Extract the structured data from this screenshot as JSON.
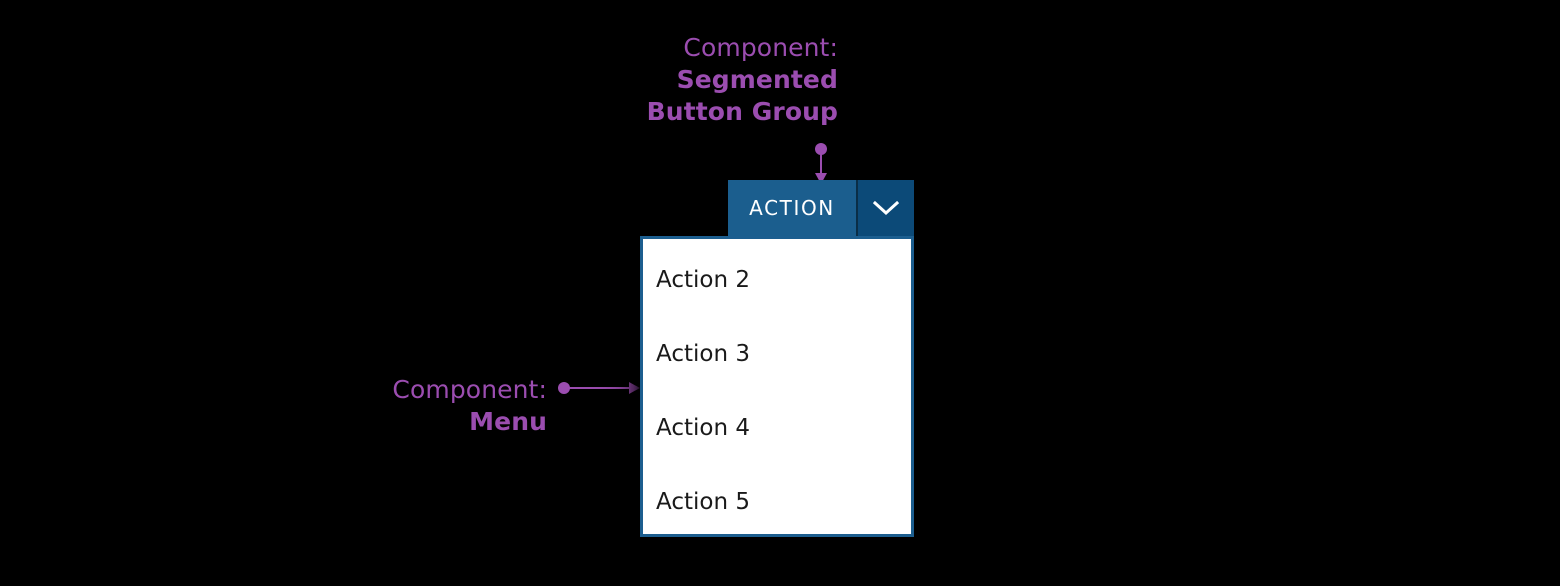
{
  "background_color": "#000000",
  "accent_color": "#9B4DB0",
  "annotations": [
    {
      "id": "segmented-button-group",
      "lead": "Component:",
      "name": "Segmented Button Group",
      "name_line_1": "Segmented",
      "name_line_2": "Button Group",
      "pointer_direction": "down",
      "color": "#9B4DB0"
    },
    {
      "id": "menu",
      "lead": "Component:",
      "name": "Menu",
      "pointer_direction": "right",
      "color": "#9B4DB0"
    }
  ],
  "segmented_button_group": {
    "primary_label": "ACTION",
    "primary_color": "#1B5E8E",
    "toggle_color": "#0C4A78",
    "text_color": "#FFFFFF",
    "toggle_icon": "chevron-down-icon",
    "expanded": true
  },
  "menu": {
    "border_color": "#1C5E8F",
    "background_color": "#FFFFFF",
    "text_color": "#1A1A1A",
    "items": [
      {
        "label": "Action 2"
      },
      {
        "label": "Action 3"
      },
      {
        "label": "Action 4"
      },
      {
        "label": "Action 5"
      }
    ]
  }
}
